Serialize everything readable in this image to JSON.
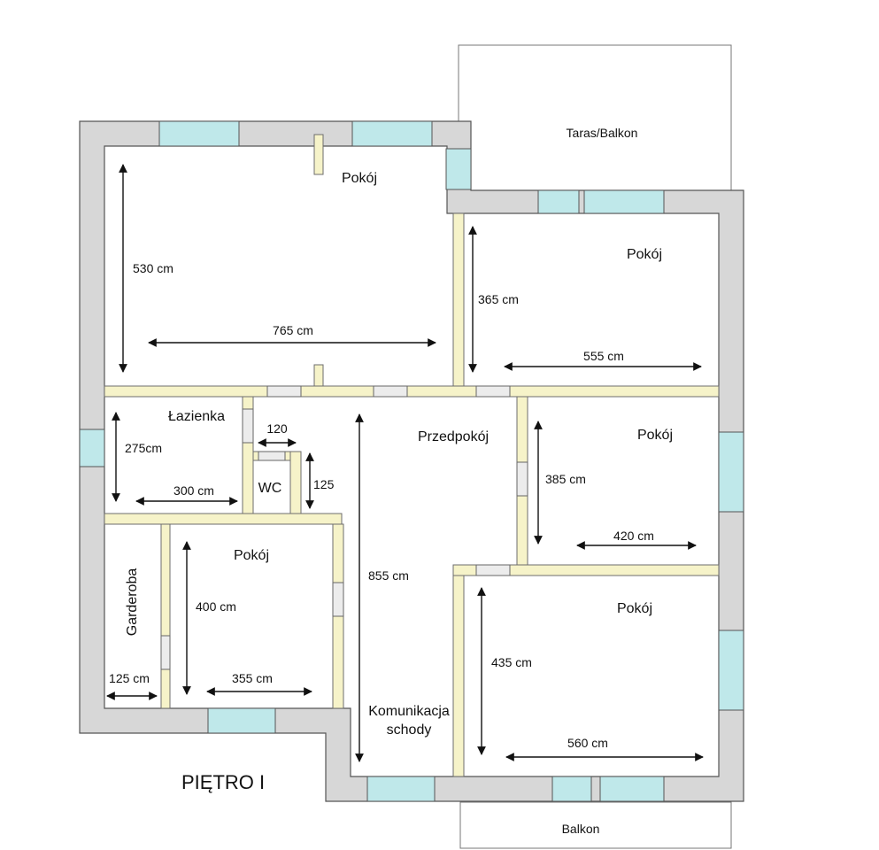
{
  "title": "PIĘTRO I",
  "areas": {
    "terrace": "Taras/Balkon",
    "balcony": "Balkon"
  },
  "rooms": {
    "room_top_left": "Pokój",
    "room_top_right": "Pokój",
    "room_mid_right": "Pokój",
    "room_bottom_right": "Pokój",
    "room_bottom_left": "Pokój",
    "bathroom": "Łazienka",
    "wc": "WC",
    "hall": "Przedpokój",
    "wardrobe": "Garderoba",
    "stairs_line1": "Komunikacja",
    "stairs_line2": "schody"
  },
  "dimensions": {
    "tl_height": "530 cm",
    "tl_width": "765 cm",
    "tr_height": "365 cm",
    "tr_width": "555 cm",
    "bath_height": "275cm",
    "bath_width": "300 cm",
    "wc_width": "120",
    "wc_height": "125",
    "mr_height": "385 cm",
    "mr_width": "420 cm",
    "hall_length": "855 cm",
    "bl_height": "400 cm",
    "bl_width": "355 cm",
    "wardrobe_width": "125 cm",
    "br_height": "435 cm",
    "br_width": "560 cm"
  }
}
